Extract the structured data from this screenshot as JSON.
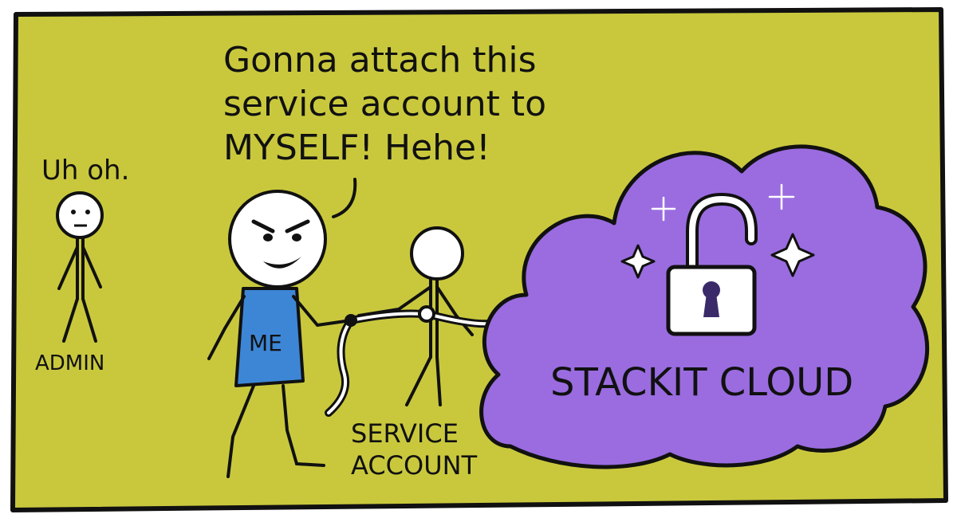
{
  "comic": {
    "speech_bubble": [
      "Gonna attach this",
      "service account to",
      "MYSELF! Hehe!"
    ],
    "admin_speech": "Uh oh.",
    "labels": {
      "admin": "ADMIN",
      "me_shirt": "ME",
      "service_account": [
        "SERVICE",
        "ACCOUNT"
      ],
      "cloud": "STACKIT CLOUD"
    }
  },
  "colors": {
    "background_panel": "#c9c83d",
    "cloud": "#9a6ce0",
    "shirt": "#3d86d6",
    "lock_body": "#ffffff",
    "ink": "#111111"
  },
  "icons": [
    "padlock-open-icon",
    "sparkle-icon",
    "keyhole-icon"
  ]
}
